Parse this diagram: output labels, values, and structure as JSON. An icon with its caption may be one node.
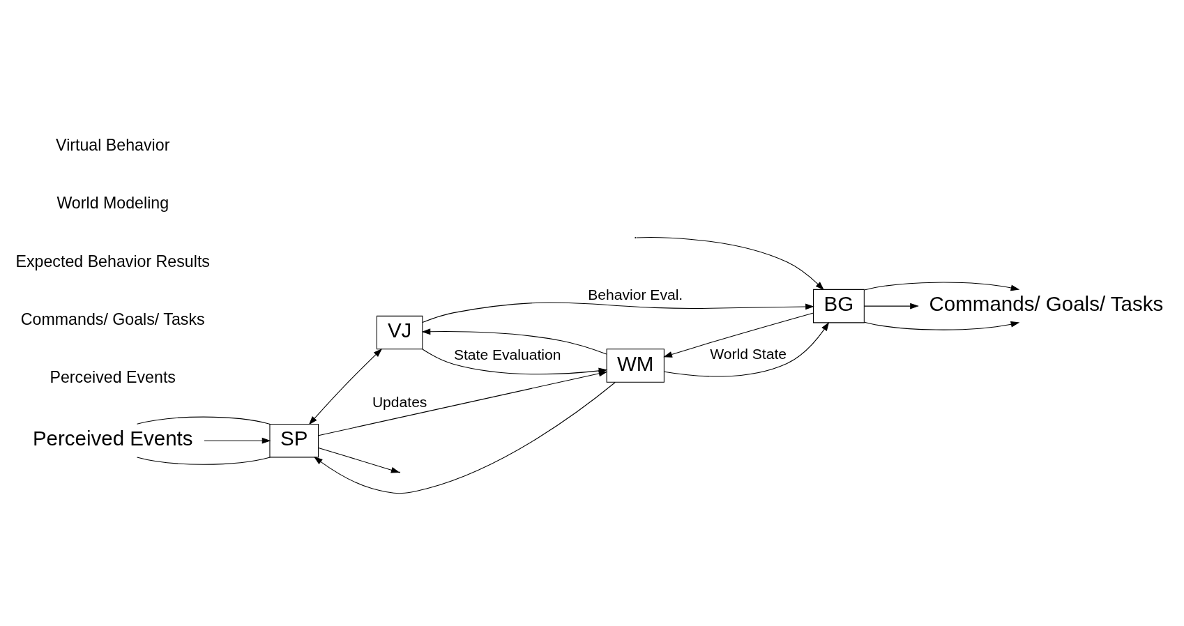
{
  "diagram": {
    "nodes": [
      {
        "text": [
          "SP"
        ]
      },
      {
        "text": [
          "VJ"
        ]
      },
      {
        "text": [
          "WM"
        ]
      },
      {
        "text": [
          "BG"
        ]
      },
      {
        "text": [
          "Perceived Events"
        ]
      },
      {
        "text": [
          "Commands/ Goals/ Tasks"
        ]
      }
    ],
    "edges": [
      {
        "from": 0,
        "to": null,
        "arrow": "to"
      },
      {
        "from": 0,
        "to": 1,
        "arrow": "both"
      },
      {
        "from": 1,
        "to": 3,
        "arrow": "to",
        "label": "Behavior Eval."
      },
      {
        "from": null,
        "to": 3,
        "arrow": "to"
      },
      {
        "from": 2,
        "to": 1,
        "arrow": "to"
      },
      {
        "from": 1,
        "to": 2,
        "arrow": "to",
        "label": "State Evaluation"
      },
      {
        "from": 0,
        "to": 2,
        "arrow": "to",
        "label": "Updates"
      },
      {
        "from": 2,
        "to": 0,
        "arrow": "to"
      },
      {
        "from": 2,
        "to": 3,
        "arrow": "to",
        "label": "World State"
      },
      {
        "from": 3,
        "to": 2,
        "arrow": "to"
      },
      {
        "from": 4,
        "to": 0,
        "arrow": "none"
      },
      {
        "from": 4,
        "to": 0,
        "arrow": "to"
      },
      {
        "from": 4,
        "to": 0,
        "arrow": "none"
      },
      {
        "from": 3,
        "to": 5,
        "arrow": "to"
      },
      {
        "from": 3,
        "to": 5,
        "arrow": "to"
      },
      {
        "from": 3,
        "to": 5,
        "arrow": "to"
      }
    ],
    "labels": [
      "Perceived Events",
      "Commands/ Goals/ Tasks",
      "Expected Behavior Results",
      "World Modeling",
      "Virtual Behavior"
    ]
  }
}
